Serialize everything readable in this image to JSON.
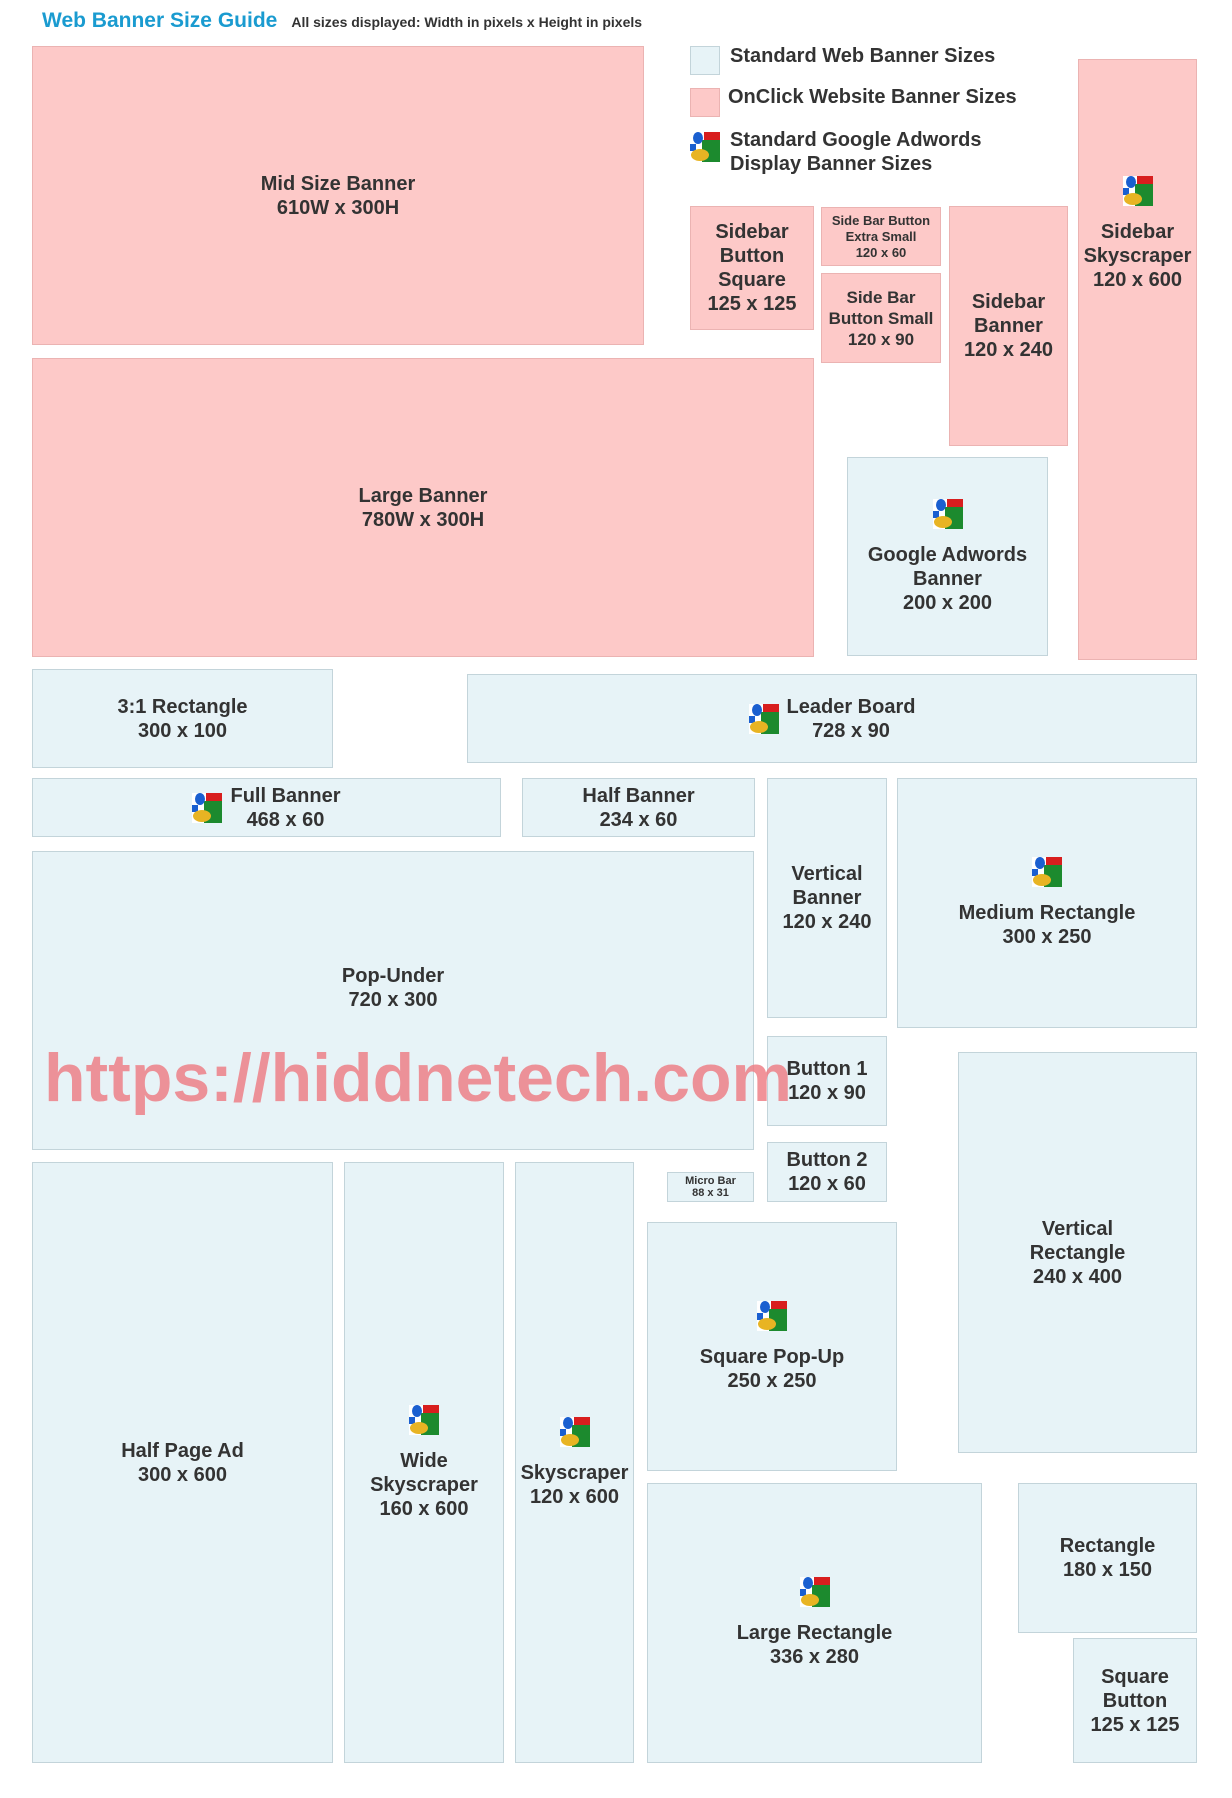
{
  "header": {
    "title": "Web Banner Size Guide",
    "subtitle": "All sizes displayed: Width in pixels  x Height in pixels"
  },
  "legend": {
    "standard": "Standard Web Banner Sizes",
    "onclick": "OnClick Website Banner Sizes",
    "google": "Standard Google Adwords\nDisplay Banner Sizes"
  },
  "colors": {
    "standard": "#e7f3f7",
    "onclick": "#fdc9c8",
    "title": "#1a9bd0"
  },
  "boxes": {
    "mid_size": {
      "name": "Mid Size Banner",
      "size": "610W x 300H"
    },
    "large": {
      "name": "Large Banner",
      "size": "780W x 300H"
    },
    "sidebar_button_square": {
      "name": "Sidebar\nButton\nSquare",
      "size": "125 x 125"
    },
    "sidebar_button_xs": {
      "name": "Side Bar Button\nExtra Small",
      "size": "120 x 60"
    },
    "sidebar_button_small": {
      "name": "Side Bar\nButton Small",
      "size": "120 x 90"
    },
    "sidebar_banner": {
      "name": "Sidebar\nBanner",
      "size": "120 x 240"
    },
    "sidebar_skyscraper": {
      "name": "Sidebar\nSkyscraper",
      "size": "120 x 600"
    },
    "google_adwords": {
      "name": "Google Adwords\nBanner",
      "size": "200 x 200"
    },
    "rect_3_1": {
      "name": "3:1 Rectangle",
      "size": "300 x 100"
    },
    "leader_board": {
      "name": "Leader Board",
      "size": "728 x 90"
    },
    "full_banner": {
      "name": "Full Banner",
      "size": "468 x 60"
    },
    "half_banner": {
      "name": "Half Banner",
      "size": "234 x 60"
    },
    "vertical_banner": {
      "name": "Vertical\nBanner",
      "size": "120 x 240"
    },
    "medium_rectangle": {
      "name": "Medium Rectangle",
      "size": "300 x 250"
    },
    "pop_under": {
      "name": "Pop-Under",
      "size": "720 x 300"
    },
    "button_1": {
      "name": "Button 1",
      "size": "120 x 90"
    },
    "button_2": {
      "name": "Button 2",
      "size": "120 x 60"
    },
    "micro_bar": {
      "name": "Micro Bar",
      "size": "88 x 31"
    },
    "vertical_rectangle": {
      "name": "Vertical\nRectangle",
      "size": "240 x 400"
    },
    "half_page": {
      "name": "Half Page Ad",
      "size": "300 x 600"
    },
    "wide_skyscraper": {
      "name": "Wide\nSkyscraper",
      "size": "160 x 600"
    },
    "skyscraper": {
      "name": "Skyscraper",
      "size": "120 x 600"
    },
    "square_popup": {
      "name": "Square Pop-Up",
      "size": "250 x 250"
    },
    "large_rectangle": {
      "name": "Large Rectangle",
      "size": "336 x 280"
    },
    "rectangle": {
      "name": "Rectangle",
      "size": "180 x 150"
    },
    "square_button": {
      "name": "Square\nButton",
      "size": "125 x 125"
    }
  },
  "watermark": "https://hiddnetech.com"
}
